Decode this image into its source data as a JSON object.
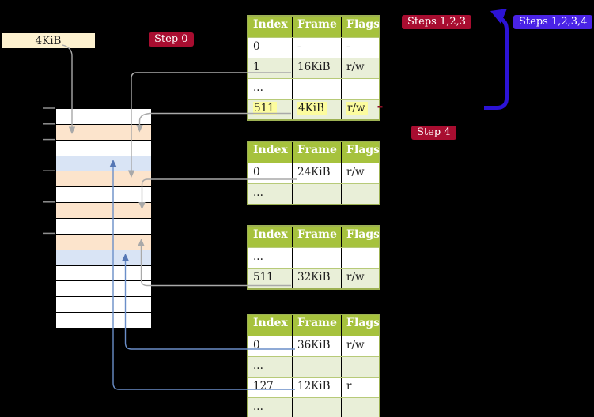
{
  "labels": {
    "page_size": "4KiB",
    "step0": "Step 0",
    "steps123": "Steps 1,2,3",
    "steps1234": "Steps 1,2,3,4",
    "step4": "Step 4"
  },
  "tables": [
    {
      "name": "page-table-step0",
      "headers": [
        "Index",
        "Frame",
        "Flags"
      ],
      "rows": [
        {
          "index": "0",
          "frame": "-",
          "flags": "-"
        },
        {
          "index": "1",
          "frame": "16KiB",
          "flags": "r/w"
        },
        {
          "index": "...",
          "frame": "",
          "flags": ""
        },
        {
          "index": "511",
          "frame": "4KiB",
          "flags": "r/w",
          "highlighted": true
        }
      ]
    },
    {
      "name": "page-table-a",
      "headers": [
        "Index",
        "Frame",
        "Flags"
      ],
      "rows": [
        {
          "index": "0",
          "frame": "24KiB",
          "flags": "r/w"
        },
        {
          "index": "...",
          "frame": "",
          "flags": ""
        }
      ]
    },
    {
      "name": "page-table-b",
      "headers": [
        "Index",
        "Frame",
        "Flags"
      ],
      "rows": [
        {
          "index": "...",
          "frame": "",
          "flags": ""
        },
        {
          "index": "511",
          "frame": "32KiB",
          "flags": "r/w"
        }
      ]
    },
    {
      "name": "page-table-c",
      "headers": [
        "Index",
        "Frame",
        "Flags"
      ],
      "rows": [
        {
          "index": "0",
          "frame": "36KiB",
          "flags": "r/w"
        },
        {
          "index": "...",
          "frame": "",
          "flags": ""
        },
        {
          "index": "127",
          "frame": "12KiB",
          "flags": "r"
        },
        {
          "index": "...",
          "frame": "",
          "flags": ""
        }
      ]
    }
  ],
  "memory": {
    "rows": [
      "white",
      "orange",
      "white",
      "blue",
      "orange",
      "white",
      "orange",
      "white",
      "orange",
      "blue",
      "white",
      "white",
      "white",
      "white"
    ]
  },
  "colors": {
    "background": "#000000",
    "box_cream": "#fdf1cf",
    "badge_red": "#a80d30",
    "badge_blue": "#4a23e6",
    "arrow_blue": "#2c13d6",
    "line_gray": "#a9a9a9",
    "line_blue": "#6a8ec8",
    "tick_gray": "#8f8f8f",
    "table_header_green": "#a6c23d",
    "table_row_green": "#e9efd8",
    "table_border": "#9db153",
    "highlight_yellow": "#fcfc9e",
    "memory_orange": "#fce4cc",
    "memory_blue": "#d9e4f5",
    "red_dash": "#8c1126"
  }
}
